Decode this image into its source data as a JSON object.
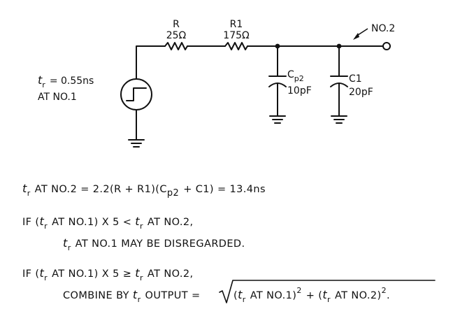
{
  "circuit": {
    "source": {
      "tr_symbol": "t",
      "tr_subscript": "r",
      "tr_value": "= 0.55ns",
      "location": "AT NO.1"
    },
    "resistor_r": {
      "name": "R",
      "value": "25Ω"
    },
    "resistor_r1": {
      "name": "R1",
      "value": "175Ω"
    },
    "cap_cp2": {
      "name": "C",
      "name_sub": "p2",
      "value": "10pF"
    },
    "cap_c1": {
      "name": "C1",
      "value": "20pF"
    },
    "node2_label": "NO.2"
  },
  "equations": {
    "line1": {
      "t": "t",
      "r": "r",
      "a": "AT NO.2 = 2.2(R + R1)(C",
      "sub": "p2",
      "b": "+ C1) = 13.4ns"
    },
    "line2": {
      "a": "IF (",
      "t1": "t",
      "r1": "r",
      "b": "AT NO.1) X 5 <",
      "t2": "t",
      "r2": "r",
      "c": "AT NO.2,"
    },
    "line3": {
      "t": "t",
      "r": "r",
      "a": "AT NO.1 MAY BE DISREGARDED."
    },
    "line4": {
      "a": "IF (",
      "t1": "t",
      "r1": "r",
      "b": "AT NO.1) X 5 ≥",
      "t2": "t",
      "r2": "r",
      "c": "AT NO.2,"
    },
    "line5": {
      "a": "COMBINE BY",
      "t1": "t",
      "r1": "r",
      "b": "OUTPUT =",
      "c": "(",
      "t2": "t",
      "r2": "r",
      "d": "AT NO.1)",
      "sup1": "2",
      "e": "+ (",
      "t3": "t",
      "r3": "r",
      "f": "AT NO.2)",
      "sup2": "2",
      "g": "."
    }
  }
}
